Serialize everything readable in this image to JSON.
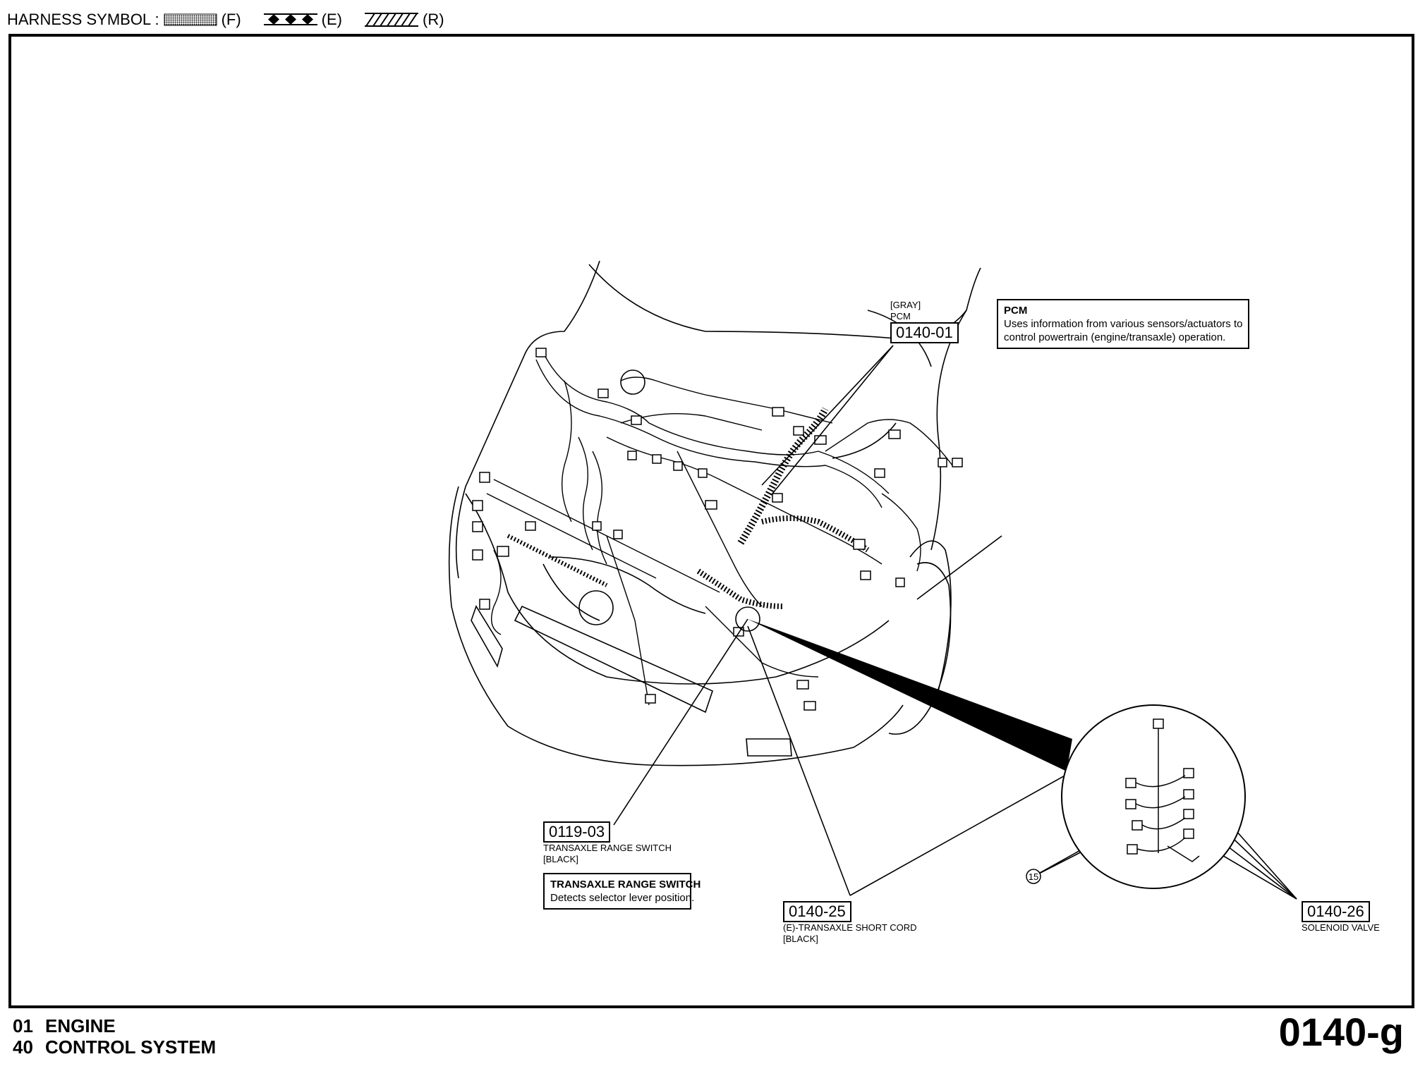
{
  "legend": {
    "label": "HARNESS SYMBOL :",
    "items": [
      {
        "symbol": "front-harness-dotted-icon",
        "code": "(F)"
      },
      {
        "symbol": "engine-harness-diamond-icon",
        "code": "(E)"
      },
      {
        "symbol": "rear-harness-hatched-icon",
        "code": "(R)"
      }
    ]
  },
  "callouts": {
    "pcm_connector": {
      "color": "[GRAY]",
      "name": "PCM",
      "code": "0140-01"
    },
    "transaxle_range_switch": {
      "code": "0119-03",
      "name": "TRANSAXLE RANGE SWITCH",
      "color": "[BLACK]"
    },
    "transaxle_short_cord": {
      "code": "0140-25",
      "name": "(E)-TRANSAXLE SHORT CORD",
      "color": "[BLACK]"
    },
    "solenoid_valve": {
      "code": "0140-26",
      "name": "SOLENOID VALVE"
    },
    "circle_number": "15"
  },
  "descriptions": {
    "pcm": {
      "title": "PCM",
      "lines": [
        "Uses information from various sensors/actuators to",
        "control powertrain (engine/transaxle) operation."
      ]
    },
    "transaxle_range_switch": {
      "title": "TRANSAXLE RANGE SWITCH",
      "lines": [
        "Detects selector lever position."
      ]
    }
  },
  "footer": {
    "section_number": "01",
    "section_name": "ENGINE",
    "subsection_number": "40",
    "subsection_name": "CONTROL SYSTEM",
    "page_code": "0140-g"
  }
}
